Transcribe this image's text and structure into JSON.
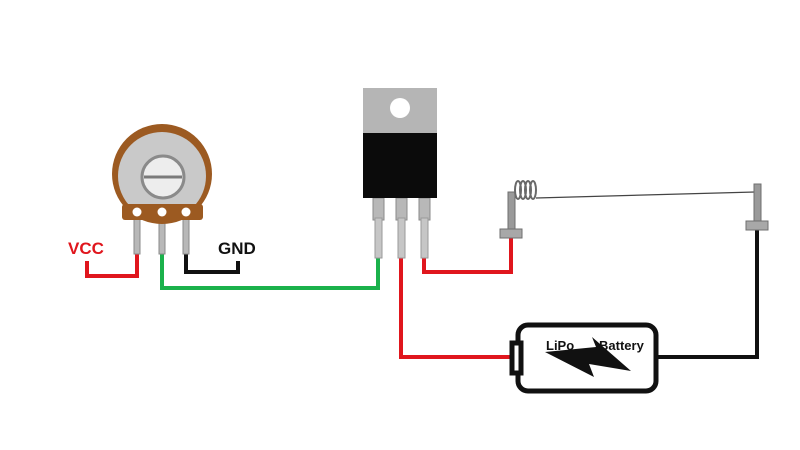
{
  "labels": {
    "vcc": "VCC",
    "gnd": "GND",
    "lipo": "LiPo",
    "battery": "Battery"
  },
  "colors": {
    "red_wire": "#e0161d",
    "green_wire": "#1ab14b",
    "black_wire": "#111111",
    "pot_brown": "#9c5a21",
    "pot_body": "#c9c9c9",
    "transistor_tab": "#b5b5b5",
    "transistor_body": "#0b0b0b",
    "pin_gray": "#b8b8b8"
  },
  "icons": {
    "potentiometer": "potentiometer-icon",
    "transistor": "transistor-icon",
    "heating_coil": "heating-coil-icon",
    "battery": "battery-icon",
    "lightning": "lightning-bolt-icon"
  }
}
